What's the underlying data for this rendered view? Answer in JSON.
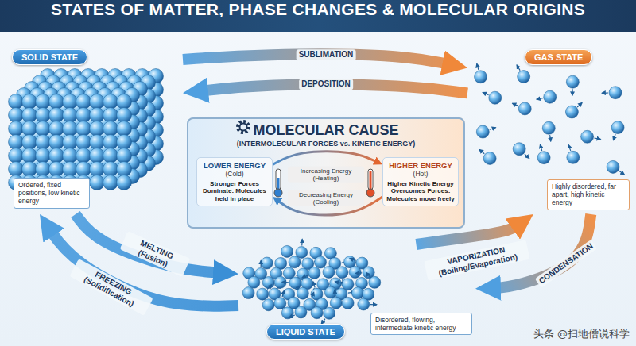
{
  "diagram": {
    "title": "STATES OF MATTER, PHASE CHANGES & MOLECULAR ORIGINS",
    "nodes": [
      {
        "text": [
          "SOLID STATE"
        ]
      },
      {
        "text": [
          "Ordered, fixed positions, low kinetic energy"
        ],
        "in": 0
      },
      {
        "text": [
          "GAS STATE"
        ]
      },
      {
        "text": [
          "Highly disordered, far apart, high kinetic energy"
        ],
        "in": 2
      },
      {
        "text": [
          "MOLECULAR CAUSE",
          "(INTERMOLECULAR FORCES vs. KINETIC ENERGY)"
        ]
      },
      {
        "text": [
          "LOWER ENERGY",
          "(Cold)",
          "Stronger Forces Dominate: Molecules held in place"
        ],
        "in": 4
      },
      {
        "text": [
          "HIGHER ENERGY",
          "(Hot)",
          "Higher Kinetic Energy Overcomes Forces: Molecules move freely"
        ],
        "in": 4
      },
      {
        "text": [
          "LIQUID STATE"
        ]
      },
      {
        "text": [
          "Disordered, flowing, intermediate kinetic energy"
        ],
        "in": 7
      }
    ],
    "edges": [
      {
        "from": 0,
        "to": 2,
        "label": "SUBLIMATION",
        "arrow": "to"
      },
      {
        "from": 2,
        "to": 0,
        "label": "DEPOSITION",
        "arrow": "to"
      },
      {
        "from": 5,
        "to": 6,
        "label": "Increasing Energy (Heating)",
        "arrow": "to"
      },
      {
        "from": 6,
        "to": 5,
        "label": "Decreasing Energy (Cooling)",
        "arrow": "to"
      },
      {
        "from": 0,
        "to": 7,
        "label": "MELTING (Fusion)",
        "arrow": "to"
      },
      {
        "from": 7,
        "to": 0,
        "label": "FREEZING (Solidification)",
        "arrow": "to"
      },
      {
        "from": 7,
        "to": 2,
        "label": "VAPORIZATION (Boiling/Evaporation)",
        "arrow": "to"
      },
      {
        "from": 2,
        "to": 7,
        "label": "CONDENSATION",
        "arrow": "to"
      }
    ],
    "labels": [
      "头条 @扫地僧说科学"
    ]
  }
}
